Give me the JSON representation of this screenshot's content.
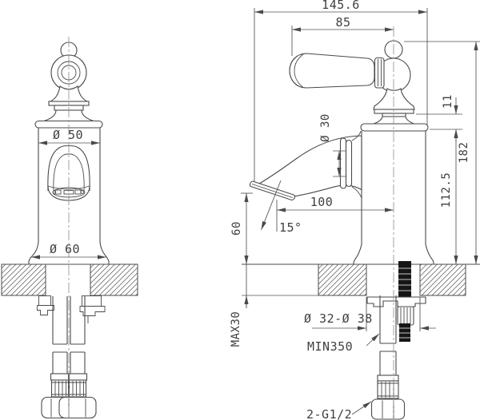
{
  "drawing_title": "single-hole basin faucet installation drawing",
  "dims": {
    "total_depth": "145.6",
    "handle_length": "85",
    "body_diameter": "Ø 50",
    "spout_diameter": "Ø 30",
    "handle_gap": "11",
    "total_height": "182",
    "body_height": "112.5",
    "spout_reach": "100",
    "spout_angle": "15°",
    "spout_tip_height": "60",
    "base_diameter": "Ø 60",
    "max_counter_thickness": "MAX30",
    "mounting_hole": "Ø 32-Ø 38",
    "min_hose_length": "MIN350",
    "supply_thread": "2-G1/2"
  },
  "colors": {
    "line": "#4a4a4a",
    "dimension": "#515151",
    "text": "#3f3f3f",
    "stud_fill": "#161616",
    "background": "#ffffff"
  }
}
